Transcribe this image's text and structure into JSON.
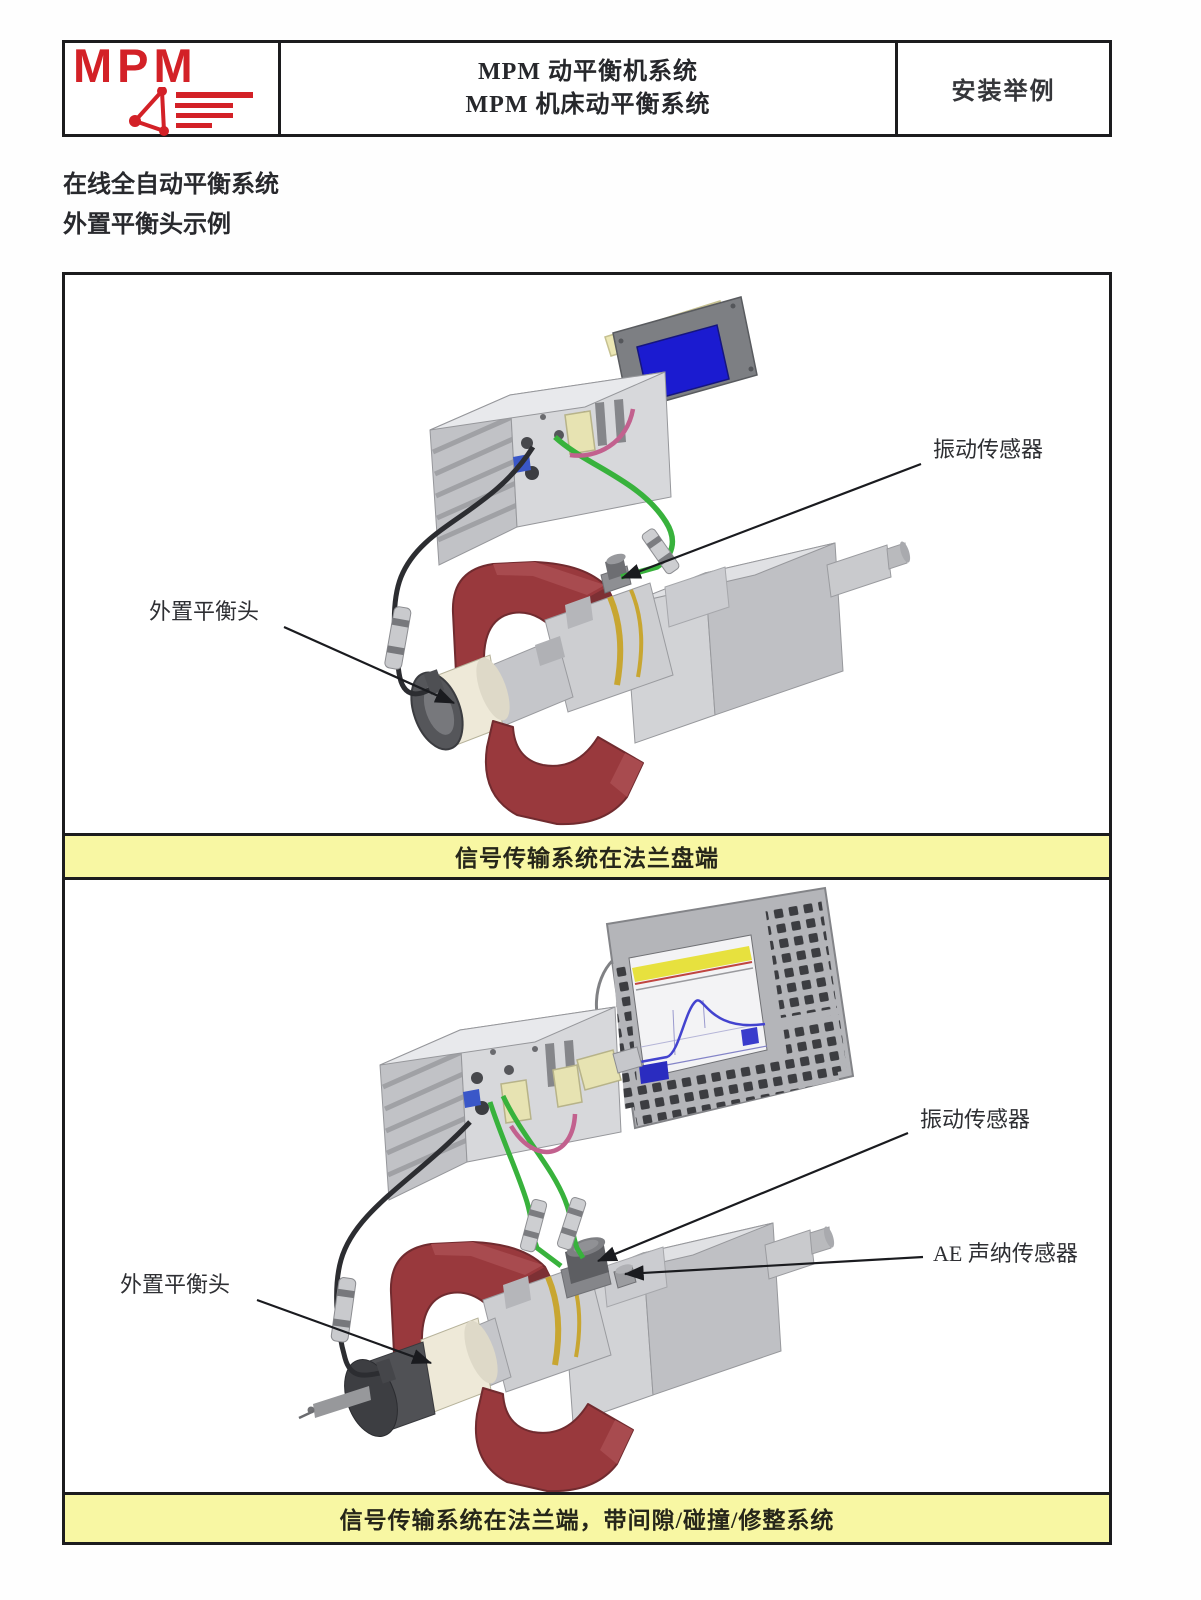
{
  "header": {
    "logo_text": "MPM",
    "title_line1": "MPM 动平衡机系统",
    "title_line2": "MPM 机床动平衡系统",
    "right_label": "安装举例"
  },
  "intro": {
    "line1": "在线全自动平衡系统",
    "line2": "外置平衡头示例"
  },
  "figure": {
    "panel1": {
      "label_vibration_sensor": "振动传感器",
      "label_balance_head": "外置平衡头",
      "caption": "信号传输系统在法兰盘端"
    },
    "panel2": {
      "label_vibration_sensor": "振动传感器",
      "label_ae_sensor": "AE 声纳传感器",
      "label_balance_head": "外置平衡头",
      "caption": "信号传输系统在法兰端，带间隙/碰撞/修整系统"
    }
  },
  "colors": {
    "logo_red": "#d32127",
    "caption_yellow": "#f8f7a3",
    "wheel_maroon": "#99393d",
    "cable_green": "#38b23c",
    "cable_pink": "#c2618e",
    "screen_blue": "#1b1bd0",
    "border_black": "#1c1c1e"
  }
}
